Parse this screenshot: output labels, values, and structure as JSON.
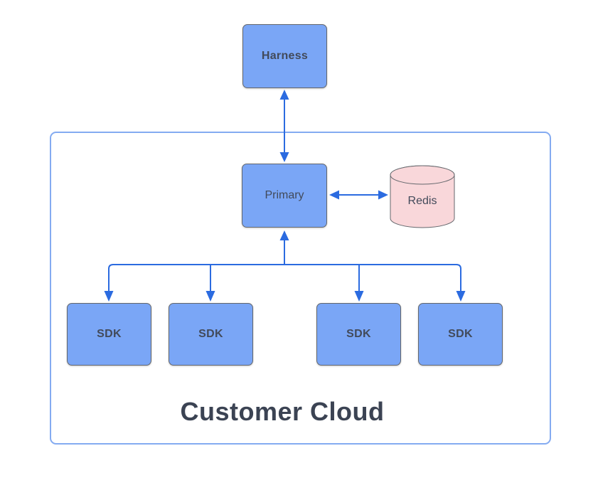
{
  "diagram": {
    "type": "architecture-diagram",
    "container": {
      "label": "Customer Cloud"
    },
    "nodes": [
      {
        "id": "harness",
        "label": "Harness",
        "shape": "rectangle"
      },
      {
        "id": "primary",
        "label": "Primary",
        "shape": "rectangle"
      },
      {
        "id": "redis",
        "label": "Redis",
        "shape": "cylinder"
      },
      {
        "id": "sdk-1",
        "label": "SDK",
        "shape": "rectangle"
      },
      {
        "id": "sdk-2",
        "label": "SDK",
        "shape": "rectangle"
      },
      {
        "id": "sdk-3",
        "label": "SDK",
        "shape": "rectangle"
      },
      {
        "id": "sdk-4",
        "label": "SDK",
        "shape": "rectangle"
      }
    ],
    "edges": [
      {
        "from": "Harness",
        "to": "Primary",
        "arrows": "both"
      },
      {
        "from": "Primary",
        "to": "Redis",
        "arrows": "both"
      },
      {
        "from": "Primary",
        "to": "SDK x4",
        "arrows": "up into Primary, down into each SDK"
      }
    ],
    "colors": {
      "node_fill": "#7aa6f6",
      "node_border": "#64676c",
      "redis_fill": "#f9d7da",
      "container_border": "#84abf1",
      "arrow": "#2b6be0",
      "label_text": "#424a5a",
      "title_text": "#3b4353",
      "background": "#ffffff"
    }
  }
}
